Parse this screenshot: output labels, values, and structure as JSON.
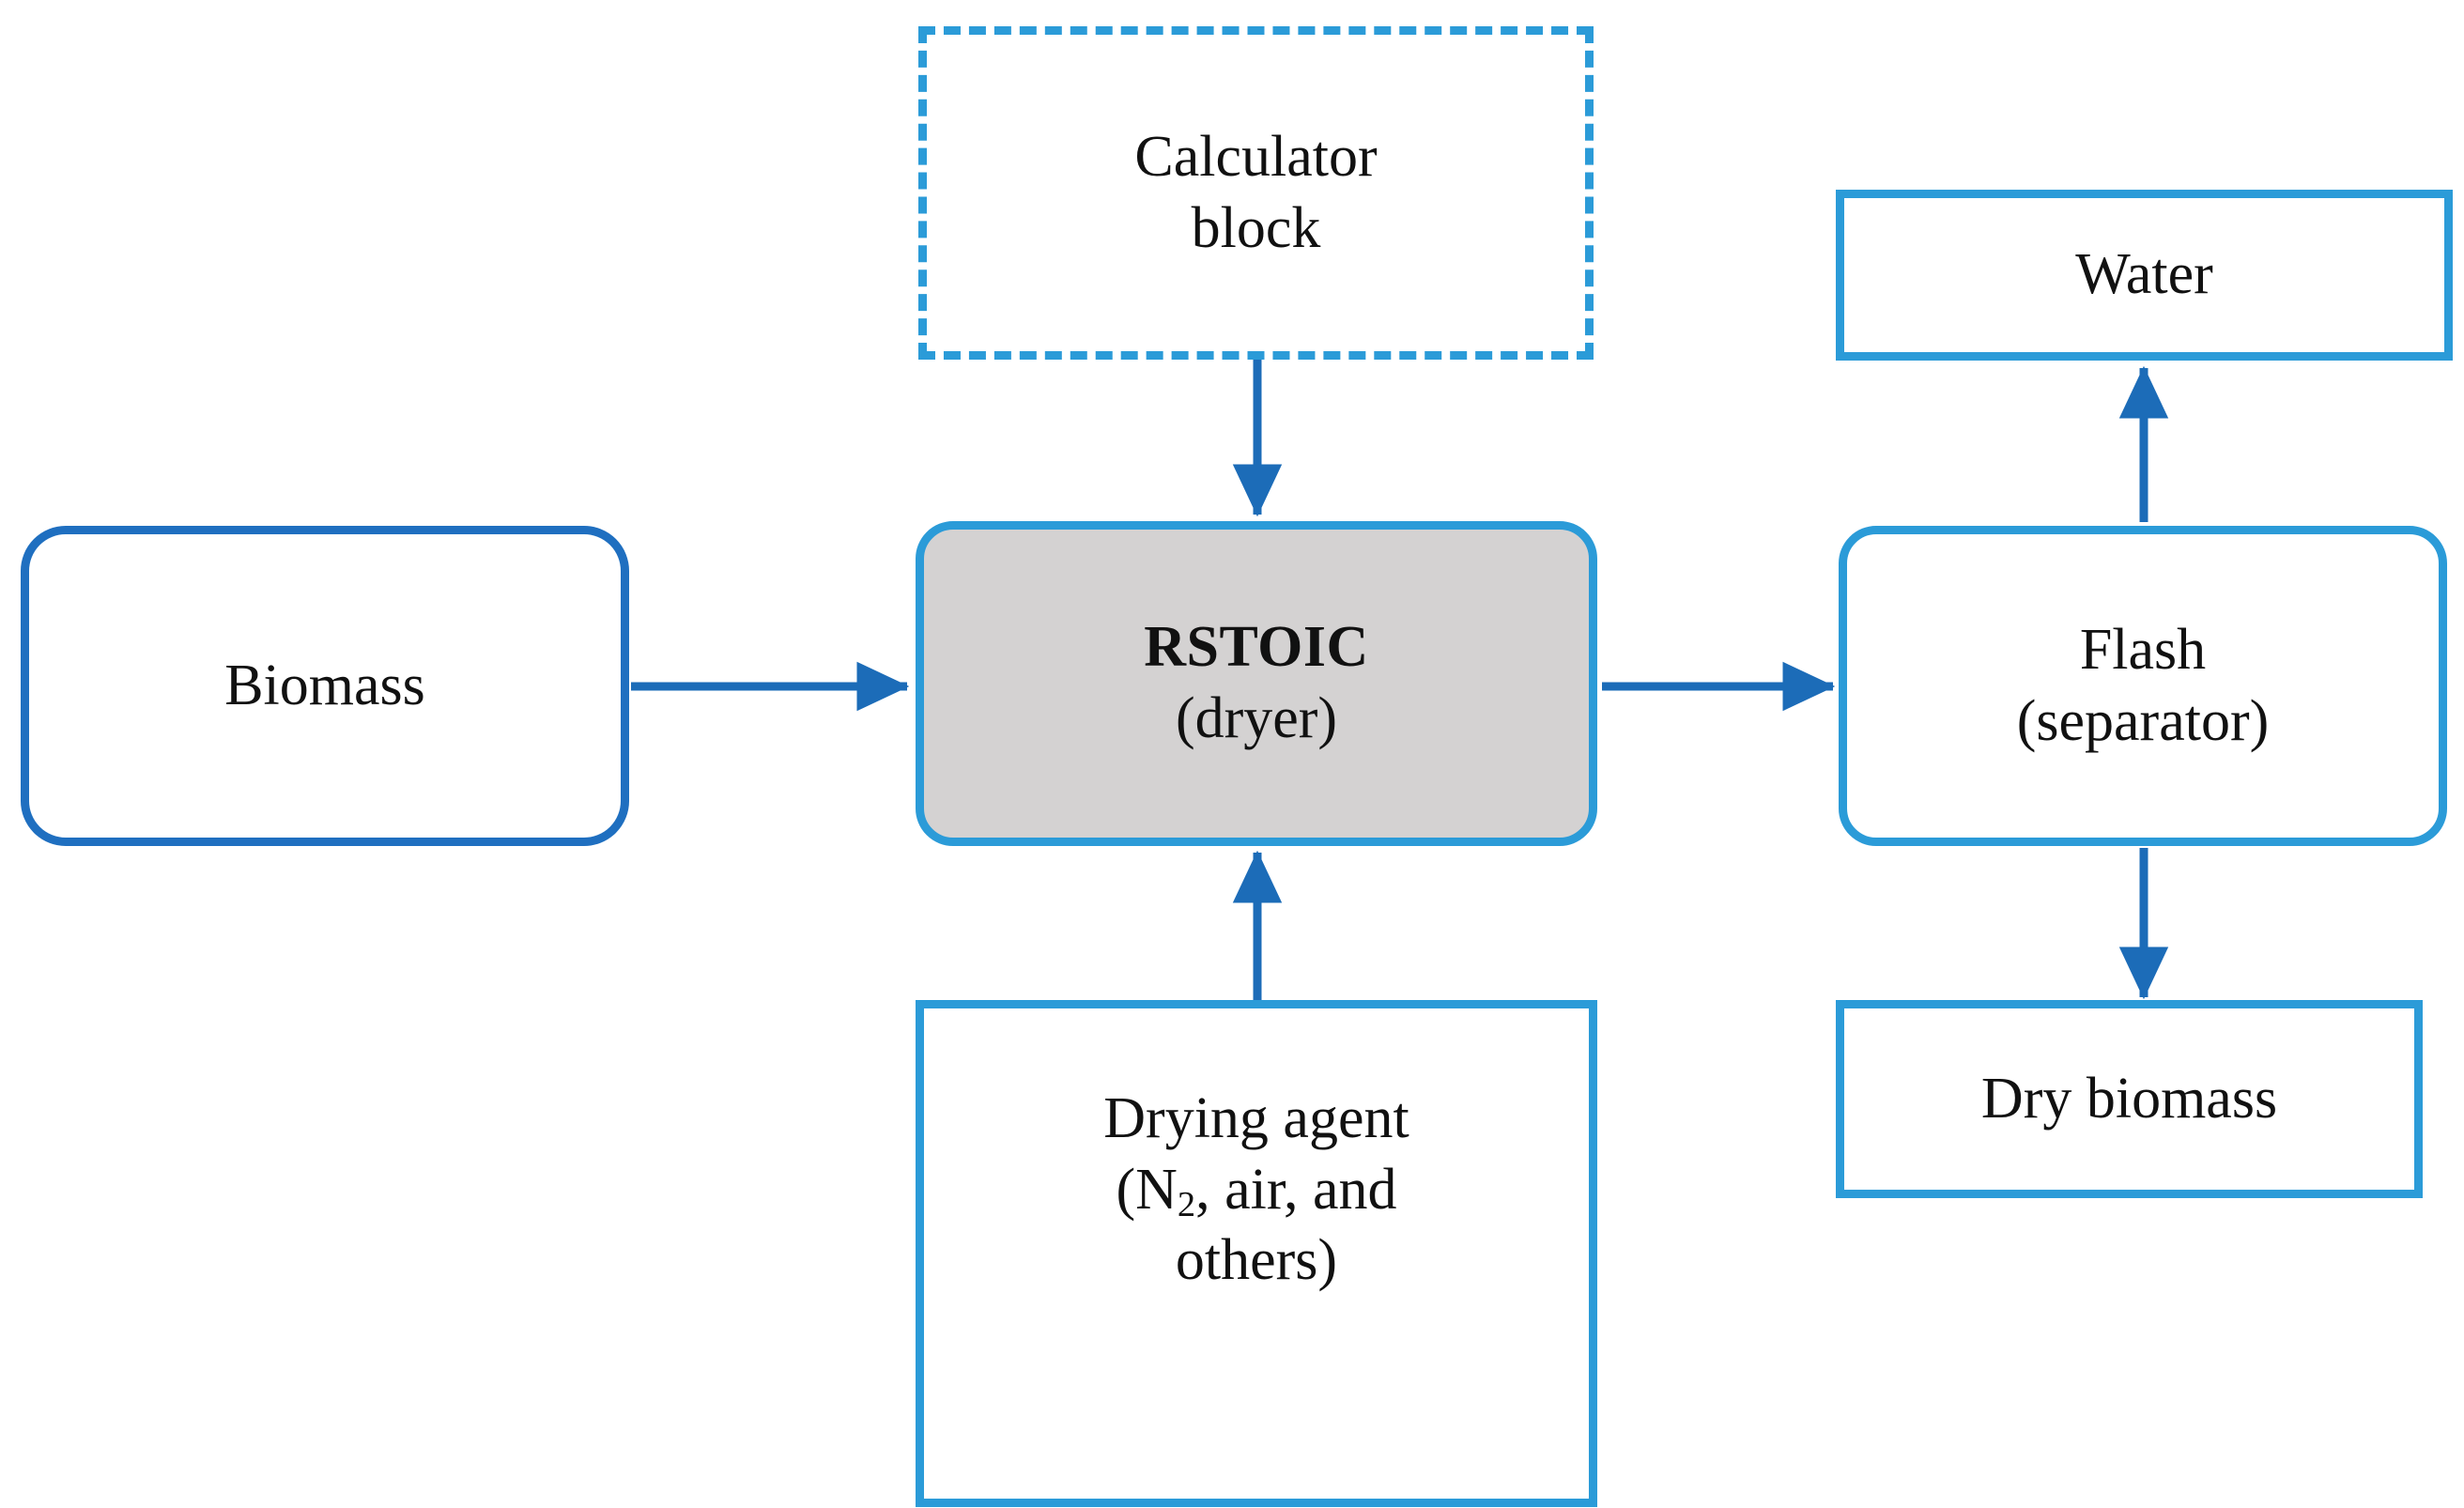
{
  "diagram": {
    "title": "Aspen Plus biomass drying flowsheet",
    "background_color": "#ffffff",
    "colors": {
      "accent_light_blue": "#2b9bd8",
      "accent_dark_blue": "#1f6fc0",
      "arrow_blue": "#1c6cb8",
      "block_fill_gray": "#d4d2d2",
      "text_black": "#111111"
    }
  },
  "nodes": {
    "calculator": {
      "label": "Calculator block",
      "line1": "Calculator",
      "line2": "block",
      "shape": "dashed-rectangle",
      "fill": "#ffffff",
      "border_color": "#2b9bd8"
    },
    "biomass": {
      "label": "Biomass",
      "line1": "Biomass",
      "shape": "rounded-rectangle",
      "fill": "#ffffff",
      "border_color": "#1f6fc0"
    },
    "rstoic": {
      "label": "RSTOIC (dryer)",
      "line1": "RSTOIC",
      "line2": "(dryer)",
      "shape": "rounded-rectangle",
      "fill": "#d4d2d2",
      "border_color": "#2b9bd8"
    },
    "flash": {
      "label": "Flash (separator)",
      "line1": "Flash",
      "line2": "(separator)",
      "shape": "rounded-rectangle",
      "fill": "#ffffff",
      "border_color": "#2b9bd8"
    },
    "water": {
      "label": "Water",
      "line1": "Water",
      "shape": "rectangle",
      "fill": "#ffffff",
      "border_color": "#2b9bd8"
    },
    "dry_biomass": {
      "label": "Dry biomass",
      "line1": "Dry biomass",
      "shape": "rectangle",
      "fill": "#ffffff",
      "border_color": "#2b9bd8"
    },
    "drying_agent": {
      "label": "Drying agent (N2, air, and others)",
      "line1": "Drying agent",
      "line2_prefix": "(N",
      "line2_sub": "2",
      "line2_suffix": ", air, and",
      "line3": "others)",
      "shape": "rectangle",
      "fill": "#ffffff",
      "border_color": "#2b9bd8"
    }
  },
  "edges": [
    {
      "name": "biomass-to-rstoic",
      "from": "biomass",
      "to": "rstoic",
      "direction": "right",
      "label": ""
    },
    {
      "name": "calculator-to-rstoic",
      "from": "calculator",
      "to": "rstoic",
      "direction": "down",
      "label": ""
    },
    {
      "name": "drying-agent-to-rstoic",
      "from": "drying_agent",
      "to": "rstoic",
      "direction": "up",
      "label": ""
    },
    {
      "name": "rstoic-to-flash",
      "from": "rstoic",
      "to": "flash",
      "direction": "right",
      "label": ""
    },
    {
      "name": "flash-to-water",
      "from": "flash",
      "to": "water",
      "direction": "up",
      "label": ""
    },
    {
      "name": "flash-to-dry-biomass",
      "from": "flash",
      "to": "dry_biomass",
      "direction": "down",
      "label": ""
    }
  ]
}
